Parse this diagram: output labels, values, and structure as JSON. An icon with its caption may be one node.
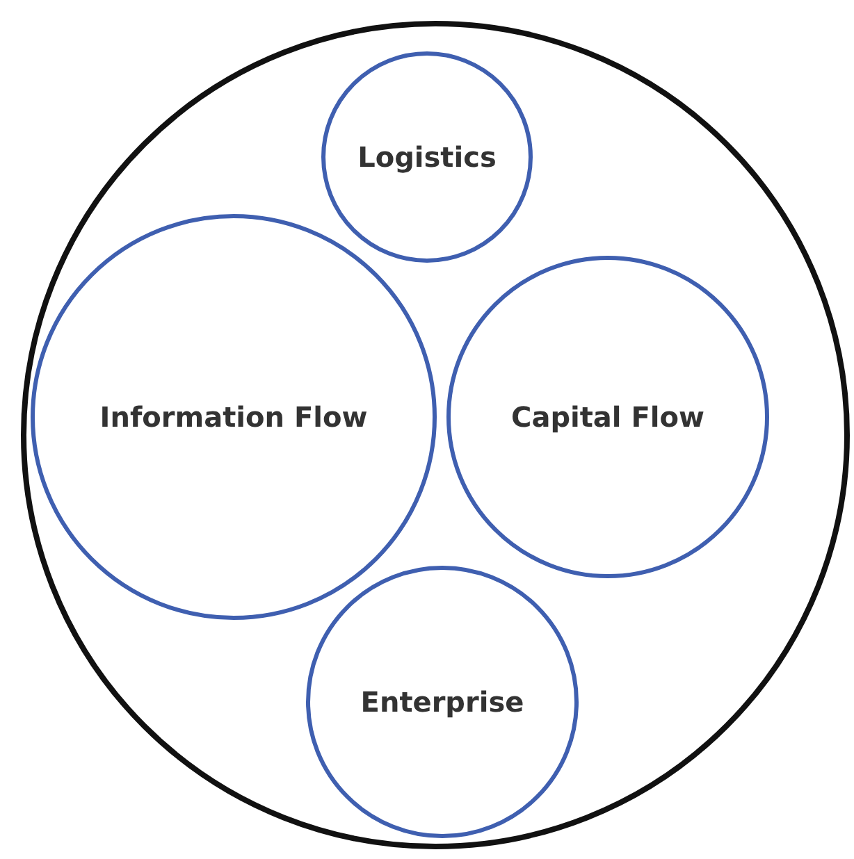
{
  "diagram": {
    "nodes": [
      {
        "text": [],
        "shape": "circle"
      },
      {
        "text": [
          "Logistics"
        ],
        "in": 0
      },
      {
        "text": [
          "Information Flow"
        ],
        "in": 0
      },
      {
        "text": [
          "Capital Flow"
        ],
        "in": 0
      },
      {
        "text": [
          "Enterprise"
        ],
        "in": 0
      }
    ]
  }
}
